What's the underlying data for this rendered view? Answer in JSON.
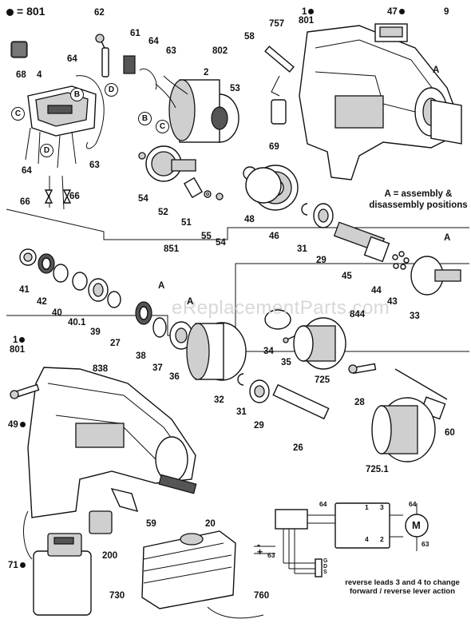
{
  "legend": {
    "symbol": "dot",
    "text": "= 801"
  },
  "note_assembly": {
    "line1": "A = assembly &",
    "line2": "disassembly positions"
  },
  "wiring": {
    "note_line1": "reverse leads 3 and 4 to change",
    "note_line2": "forward / reverse lever action",
    "wire_labels": [
      "64",
      "63",
      "64",
      "63",
      "1",
      "3",
      "4",
      "2"
    ],
    "motor": "M",
    "switch_letters": [
      "G",
      "D",
      "S"
    ],
    "polarity": [
      "-",
      "+"
    ]
  },
  "watermark": "eReplacementParts.com",
  "callouts": [
    "B",
    "C",
    "D",
    "B",
    "C",
    "D"
  ],
  "part_labels": [
    "62",
    "61",
    "64",
    "63",
    "802",
    "2",
    "53",
    "58",
    "757",
    "1",
    "801",
    "47",
    "9",
    "68",
    "4",
    "64",
    "A",
    "54",
    "52",
    "51",
    "55",
    "54",
    "851",
    "69",
    "48",
    "46",
    "A = assembly &",
    "31",
    "29",
    "45",
    "44",
    "A",
    "66",
    "66",
    "64",
    "63",
    "41",
    "42",
    "40",
    "40.1",
    "39",
    "27",
    "38",
    "37",
    "36",
    "A",
    "A",
    "32",
    "34",
    "35",
    "725",
    "28",
    "31",
    "29",
    "26",
    "43",
    "844",
    "33",
    "838",
    "1",
    "801",
    "49",
    "60",
    "725.1",
    "20",
    "59",
    "71",
    "200",
    "730",
    "760"
  ]
}
